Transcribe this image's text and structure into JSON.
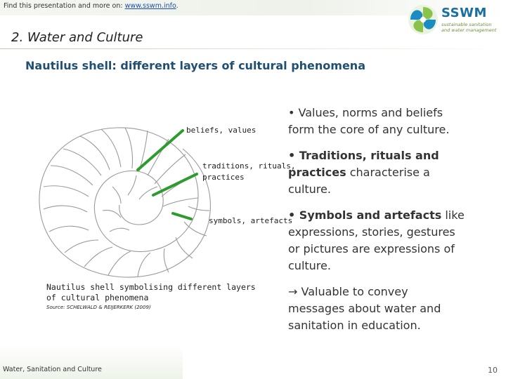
{
  "header": {
    "prefix": "Find this presentation and more on: ",
    "link": "www.sswm.info",
    "suffix": "."
  },
  "logo": {
    "name": "SSWM",
    "line1": "sustainable sanitation",
    "line2": "and water management"
  },
  "section_title": "2. Water and Culture",
  "slide_title": "Nautilus shell: different layers of cultural phenomena",
  "figure": {
    "label_core": "beliefs, values",
    "label_mid_1": "traditions, rituals,",
    "label_mid_2": "practices",
    "label_outer": "symbols, artefacts",
    "caption_1": "Nautilus shell symbolising different layers",
    "caption_2": "of cultural phenomena",
    "source": "Source: SCHELWALD & REIJERKERK (2009)"
  },
  "bullets": {
    "b1_line1": "• Values, norms and beliefs",
    "b1_line2": "form the core of any culture.",
    "b2_bold1": "• Traditions, rituals and",
    "b2_bold2": "practices",
    "b2_rest2": " characterise a",
    "b2_line3": "culture.",
    "b3_bold": "• Symbols and artefacts",
    "b3_rest1": " like",
    "b3_line2": "expressions, stories, gestures",
    "b3_line3": "or pictures are expressions of",
    "b3_line4": "culture.",
    "c_line1": "→ Valuable to convey",
    "c_line2": "messages about water and",
    "c_line3": "sanitation in education."
  },
  "footer": {
    "title": "Water, Sanitation and Culture",
    "page": "10"
  }
}
